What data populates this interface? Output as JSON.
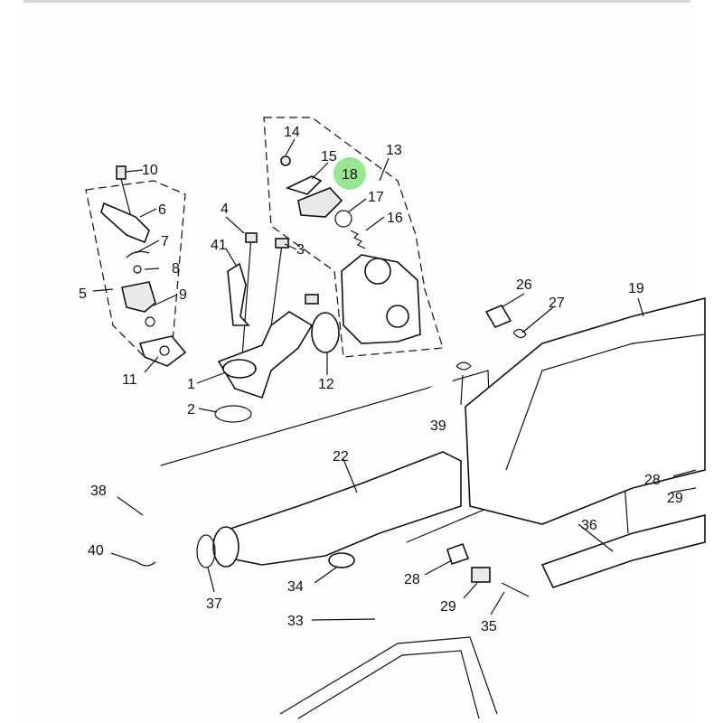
{
  "diagram": {
    "highlight_color": "#86e07e",
    "highlighted_part": "18",
    "callouts": {
      "p1": "1",
      "p2": "2",
      "p3": "3",
      "p4": "4",
      "p5": "5",
      "p6": "6",
      "p7": "7",
      "p8": "8",
      "p9": "9",
      "p10": "10",
      "p11": "11",
      "p12": "12",
      "p13": "13",
      "p14": "14",
      "p15": "15",
      "p16": "16",
      "p17": "17",
      "p18": "18",
      "p19": "19",
      "p22": "22",
      "p26": "26",
      "p27": "27",
      "p28a": "28",
      "p28b": "28",
      "p29a": "29",
      "p29b": "29",
      "p33": "33",
      "p34": "34",
      "p35": "35",
      "p36": "36",
      "p37": "37",
      "p38": "38",
      "p39": "39",
      "p40": "40",
      "p41": "41"
    }
  }
}
